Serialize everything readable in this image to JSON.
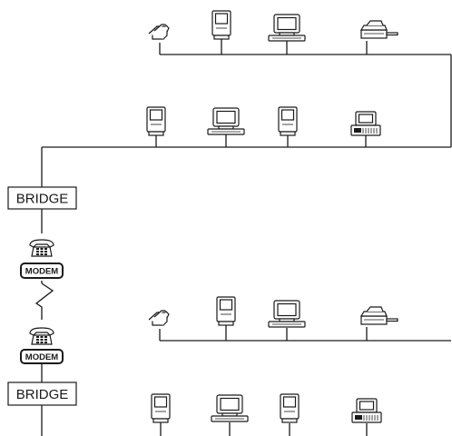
{
  "labels": {
    "bridge_top": "BRIDGE",
    "bridge_bottom": "BRIDGE",
    "modem_top": "MODEM",
    "modem_bottom": "MODEM"
  },
  "icons": [
    "file-server-icon",
    "compact-computer-icon",
    "desktop-computer-icon",
    "laser-printer-icon",
    "dot-matrix-printer-icon",
    "telephone-icon"
  ]
}
